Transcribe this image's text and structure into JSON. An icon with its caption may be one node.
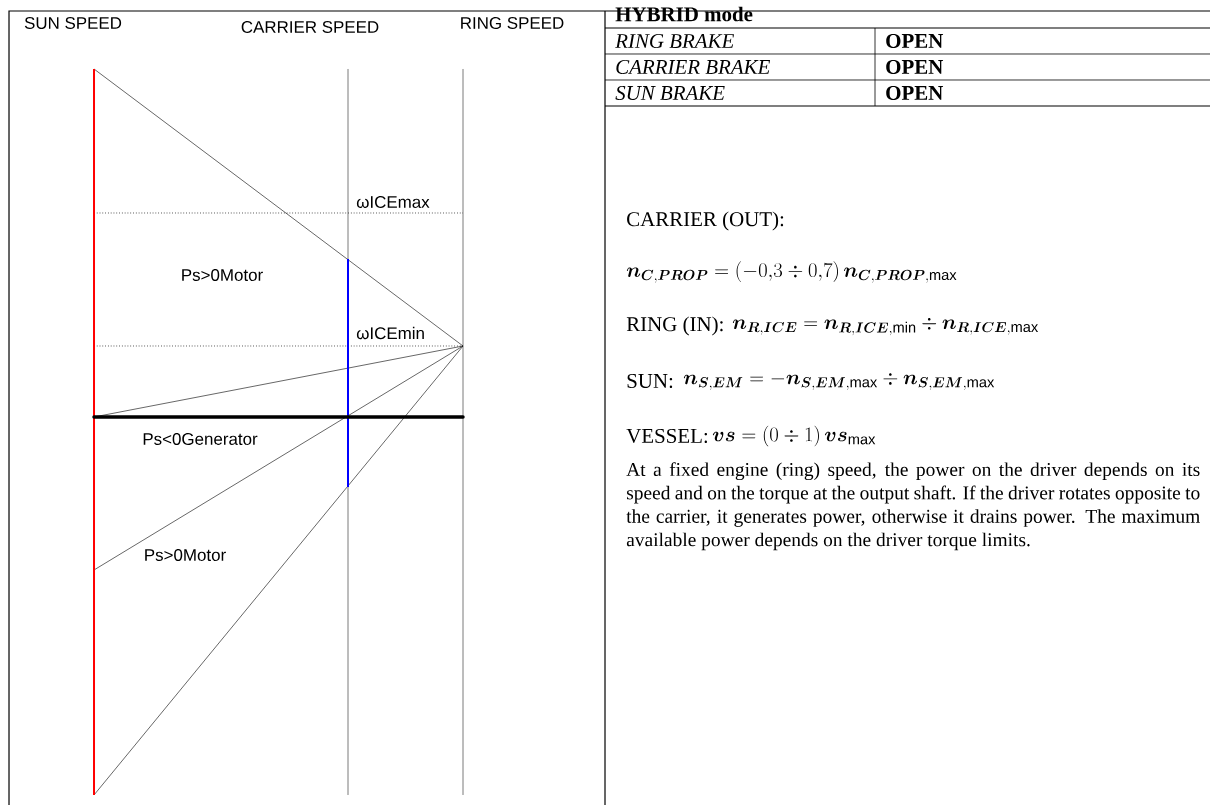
{
  "diagram": {
    "labels": [
      "SUN SPEED",
      "CARRIER SPEED",
      "RING SPEED",
      "ωICEmax",
      "Ps>0Motor",
      "ωICEmin",
      "Ps<0Generator",
      "Ps>0Motor",
      "HYBRID mode",
      "RING BRAKE",
      "OPEN",
      "CARRIER BRAKE",
      "OPEN",
      "SUN BRAKE",
      "OPEN",
      "CARRIER (OUT):",
      "\\boldsymbol{n}_{\\boldsymbol{C},\\boldsymbol{PROP}}=\\left(-0{,}3\\div 0{,}7\\right)\\boldsymbol{n}_{\\boldsymbol{C},\\boldsymbol{PROP},\\mathrm{max}}",
      "RING (IN):",
      "\\boldsymbol{n}_{\\boldsymbol{R},\\boldsymbol{ICE}}=\\boldsymbol{n}_{\\boldsymbol{R},\\boldsymbol{ICE},\\mathrm{min}}\\div\\boldsymbol{n}_{\\boldsymbol{R},\\boldsymbol{ICE},\\mathrm{max}}",
      "SUN:",
      "\\boldsymbol{n}_{\\boldsymbol{S},\\boldsymbol{EM}}=-\\boldsymbol{n}_{\\boldsymbol{S},\\boldsymbol{EM},\\mathrm{max}}\\div\\boldsymbol{n}_{\\boldsymbol{S},\\boldsymbol{EM},\\mathrm{max}}",
      "VESSEL:",
      "\\boldsymbol{vs}=\\left(0\\div 1\\right)\\boldsymbol{vs}_{\\mathrm{max}}",
      "At a fixed engine (ring) speed, the power on the driver depends on its speed and on the torque at the output shaft. If the driver rotates opposite to the carrier, it generates power, otherwise it drains power. The maximum available power depends on the driver torque limits."
    ]
  }
}
